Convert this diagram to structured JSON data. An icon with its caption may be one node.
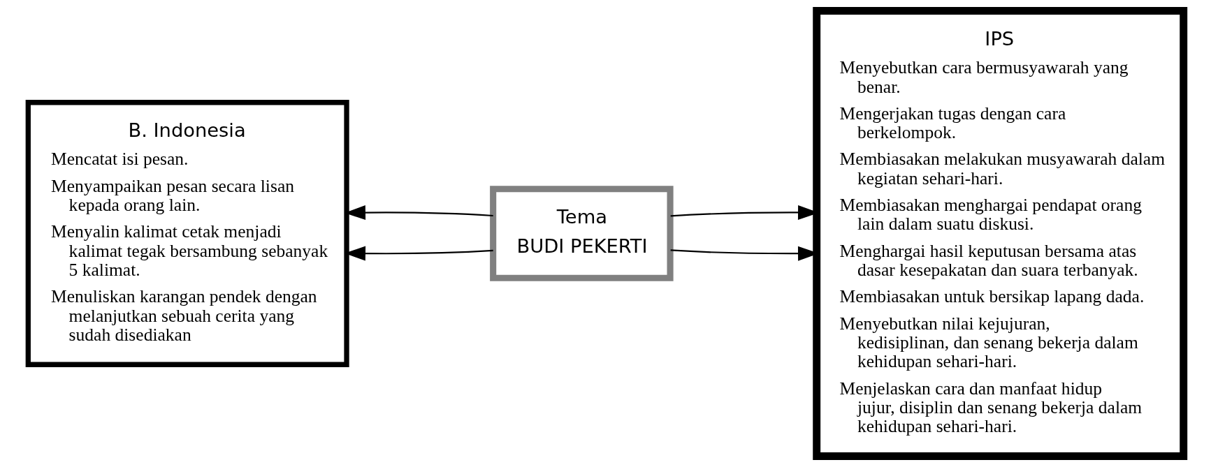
{
  "diagram": {
    "nodes": [
      {
        "text": [
          "B. Indonesia",
          "Mencatat isi pesan.",
          "Menyampaikan pesan secara lisan kepada orang lain.",
          "Menyalin kalimat cetak menjadi kalimat tegak bersambung sebanyak 5 kalimat.",
          "Menuliskan karangan pendek dengan melanjutkan sebuah cerita yang sudah disediakan"
        ]
      },
      {
        "text": [
          "Tema",
          "BUDI PEKERTI"
        ]
      },
      {
        "text": [
          "IPS",
          "Menyebutkan cara bermusyawarah yang benar.",
          "Mengerjakan tugas dengan cara berkelompok.",
          "Membiasakan melakukan musyawarah dalam kegiatan sehari-hari.",
          "Membiasakan menghargai pendapat orang lain dalam suatu diskusi.",
          "Menghargai hasil keputusan bersama atas dasar kesepakatan dan suara terbanyak.",
          "Membiasakan untuk bersikap lapang dada.",
          "Menyebutkan nilai kejujuran, kedisiplinan, dan senang bekerja dalam kehidupan sehari-hari.",
          "Menjelaskan cara dan manfaat hidup jujur, disiplin dan senang bekerja dalam kehidupan sehari-hari."
        ]
      }
    ],
    "edges": [
      {
        "from": 1,
        "to": 0,
        "arrow": "to"
      },
      {
        "from": 1,
        "to": 0,
        "arrow": "to"
      },
      {
        "from": 1,
        "to": 2,
        "arrow": "to"
      },
      {
        "from": 1,
        "to": 2,
        "arrow": "to"
      }
    ]
  }
}
